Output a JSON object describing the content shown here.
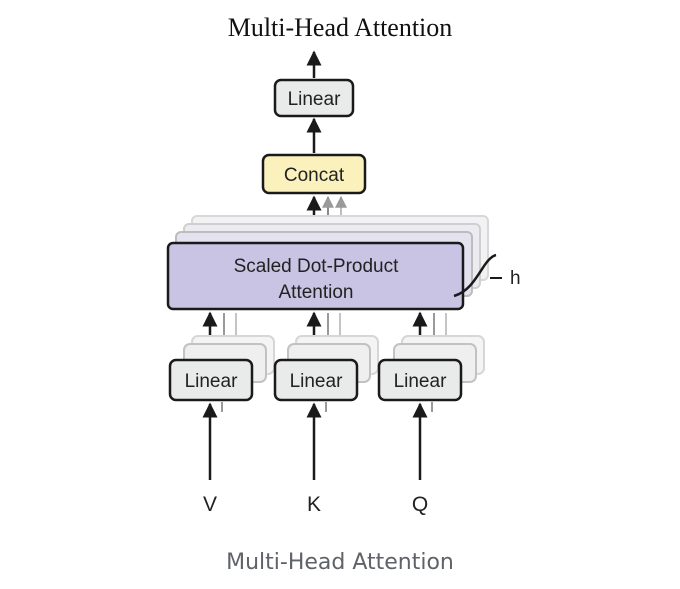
{
  "title": "Multi-Head Attention",
  "caption": "Multi-Head Attention",
  "blocks": {
    "top_linear": "Linear",
    "concat": "Concat",
    "attention_line1": "Scaled Dot-Product",
    "attention_line2": "Attention",
    "linear_v": "Linear",
    "linear_k": "Linear",
    "linear_q": "Linear"
  },
  "heads_label": "h",
  "inputs": {
    "v": "V",
    "k": "K",
    "q": "Q"
  },
  "colors": {
    "linear_fill": "#e9ebea",
    "concat_fill": "#fbf1bd",
    "attention_fill": "#c9c3e4",
    "stroke": "#1a1a1a",
    "caption": "#5f6368"
  }
}
